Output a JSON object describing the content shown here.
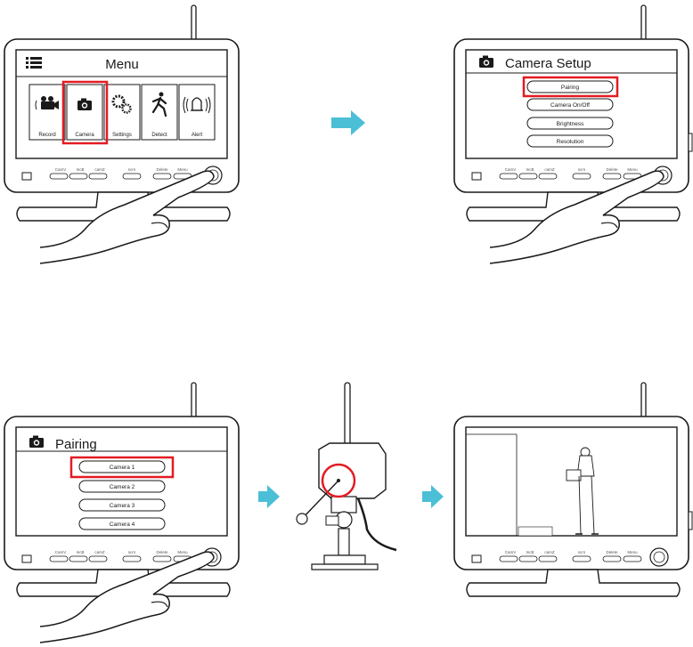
{
  "panel1": {
    "title": "Menu",
    "items": [
      "Record",
      "Camera",
      "Settings",
      "Detect",
      "Alert"
    ]
  },
  "panel2": {
    "title": "Camera Setup",
    "options": [
      "Pairing",
      "Camera On/Off",
      "Brightness",
      "Resolution"
    ]
  },
  "panel3": {
    "title": "Pairing",
    "options": [
      "Camera 1",
      "Camera 2",
      "Camera 3",
      "Camera 4"
    ]
  },
  "device_buttons": [
    "CamV",
    "IncB",
    "camZ",
    "scrn",
    "Delete",
    "Menu"
  ],
  "colors": {
    "highlight": "#e31b23",
    "arrow": "#4bbfd6",
    "outline": "#1a1a1a"
  }
}
